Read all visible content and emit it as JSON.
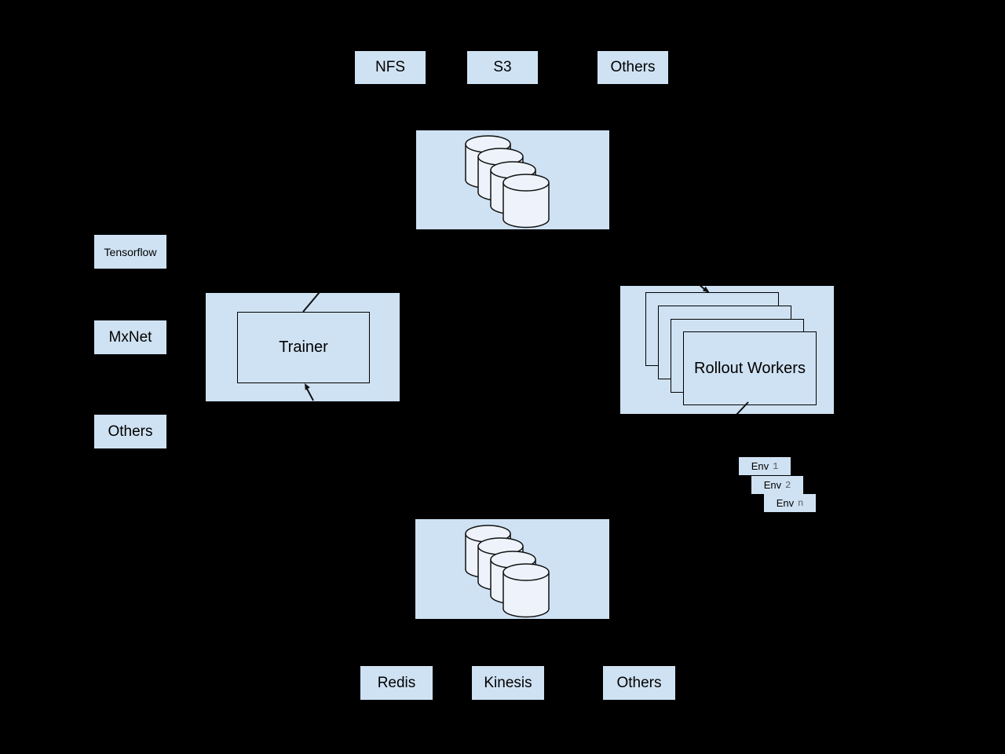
{
  "colors": {
    "background": "#000000",
    "box_fill": "#cfe2f3",
    "cylinder_fill": "#eef3fb",
    "ink": "#000000",
    "env_index_color": "#595959"
  },
  "model_backends": {
    "items": [
      {
        "label": "NFS"
      },
      {
        "label": "S3"
      },
      {
        "label": "Others"
      }
    ]
  },
  "model_storage": {
    "icon": "database-cylinders-icon",
    "cylinder_count": 4
  },
  "frameworks": {
    "items": [
      {
        "label": "Tensorflow"
      },
      {
        "label": "MxNet"
      },
      {
        "label": "Others"
      }
    ]
  },
  "trainer": {
    "label": "Trainer"
  },
  "rollout_workers": {
    "label": "Rollout Workers",
    "stack_count": 4
  },
  "environments": {
    "items": [
      {
        "prefix": "Env",
        "index": "1"
      },
      {
        "prefix": "Env",
        "index": "2"
      },
      {
        "prefix": "Env",
        "index": "n"
      }
    ]
  },
  "experience_storage": {
    "icon": "database-cylinders-icon",
    "cylinder_count": 4
  },
  "experience_backends": {
    "items": [
      {
        "label": "Redis"
      },
      {
        "label": "Kinesis"
      },
      {
        "label": "Others"
      }
    ]
  }
}
